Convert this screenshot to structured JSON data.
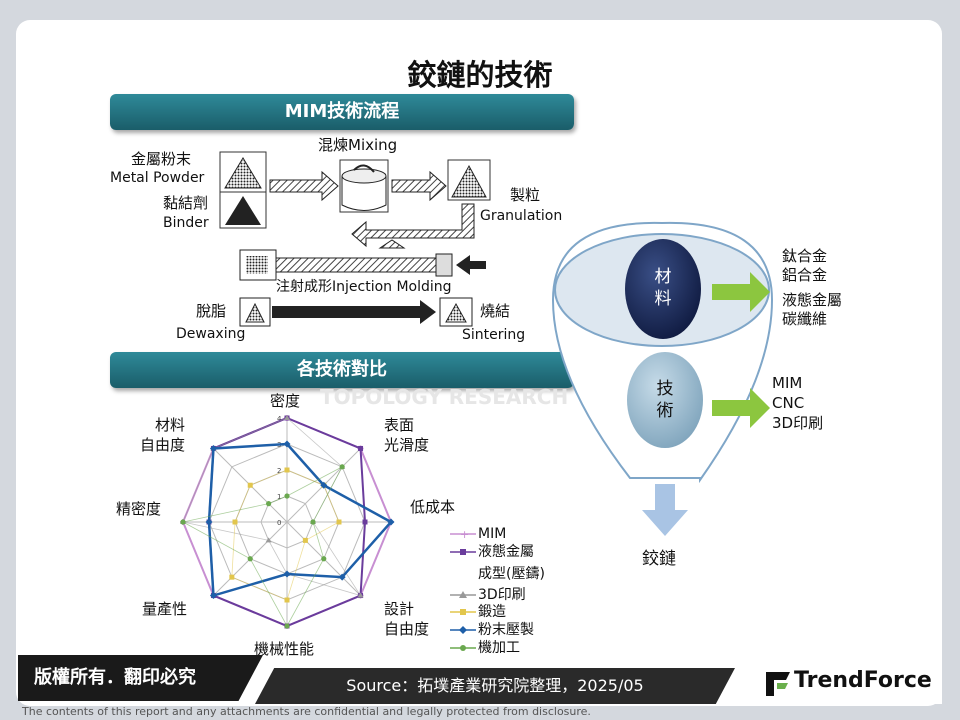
{
  "title": "鉸鏈的技術",
  "section1": {
    "header": "MIM技術流程"
  },
  "section2": {
    "header": "各技術對比"
  },
  "process": {
    "powder_zh": "金屬粉末",
    "powder_en": "Metal Powder",
    "binder_zh": "黏結劑",
    "binder_en": "Binder",
    "mixing": "混煉Mixing",
    "granulation_zh": "製粒",
    "granulation_en": "Granulation",
    "injection": "注射成形Injection Molding",
    "dewaxing_zh": "脫脂",
    "dewaxing_en": "Dewaxing",
    "sintering_zh": "燒結",
    "sintering_en": "Sintering"
  },
  "chart_data": {
    "type": "radar",
    "axes": [
      "密度",
      "表面光滑度",
      "低成本",
      "設計自由度",
      "機械性能",
      "量產性",
      "精密度",
      "材料自由度"
    ],
    "axis_labels_display": [
      [
        "密度"
      ],
      [
        "表面",
        "光滑度"
      ],
      [
        "低成本"
      ],
      [
        "設計",
        "自由度"
      ],
      [
        "機械性能"
      ],
      [
        "量產性"
      ],
      [
        "精密度"
      ],
      [
        "材料",
        "自由度"
      ]
    ],
    "scale": {
      "min": 0,
      "max": 4,
      "ticks": [
        "0",
        "1",
        "2",
        "3",
        "4"
      ]
    },
    "series": [
      {
        "name": "MIM",
        "color": "#c88fd2",
        "marker": "plus",
        "values": [
          4,
          4,
          4,
          4,
          4,
          4,
          4,
          4
        ]
      },
      {
        "name": "液態金屬成型(壓鑄)",
        "legend_lines": [
          "液態金屬",
          "成型(壓鑄)"
        ],
        "color": "#6a3c9c",
        "marker": "square",
        "values": [
          4,
          4,
          3,
          4,
          4,
          4,
          3,
          4
        ]
      },
      {
        "name": "3D印刷",
        "color": "#999999",
        "marker": "triangle",
        "values": [
          4,
          3,
          1,
          4,
          2,
          1,
          4,
          4
        ]
      },
      {
        "name": "鍛造",
        "color": "#e2c64c",
        "marker": "square",
        "values": [
          2,
          2,
          2,
          1,
          3,
          3,
          2,
          2
        ]
      },
      {
        "name": "粉末壓製",
        "color": "#1e5fa8",
        "marker": "diamond",
        "values": [
          3,
          2,
          4,
          3,
          2,
          4,
          3,
          4
        ]
      },
      {
        "name": "機加工",
        "color": "#6aa84f",
        "marker": "circle",
        "values": [
          1,
          3,
          1,
          2,
          4,
          2,
          4,
          1
        ]
      }
    ]
  },
  "funnel": {
    "material_label": "材料",
    "material_items": [
      "鈦合金",
      "鋁合金",
      "液態金屬",
      "碳纖維"
    ],
    "tech_label": "技術",
    "tech_items": [
      "MIM",
      "CNC",
      "3D印刷"
    ],
    "result": "鉸鏈"
  },
  "watermark": "TOPOLOGY RESEARCH",
  "footer": {
    "copyright": "版權所有．翻印必究",
    "source": "Source：拓墣產業研究院整理，2025/05",
    "brand": "TrendForce",
    "disclaimer": "The contents of this report and any attachments are confidential and legally protected from disclosure."
  },
  "colors": {
    "header_bar": "#1f6f7c",
    "material_circle": "#1a2a5e",
    "tech_circle": "#9bbcd0",
    "green_arrow": "#8cc63f",
    "down_arrow": "#a9c4e4"
  }
}
